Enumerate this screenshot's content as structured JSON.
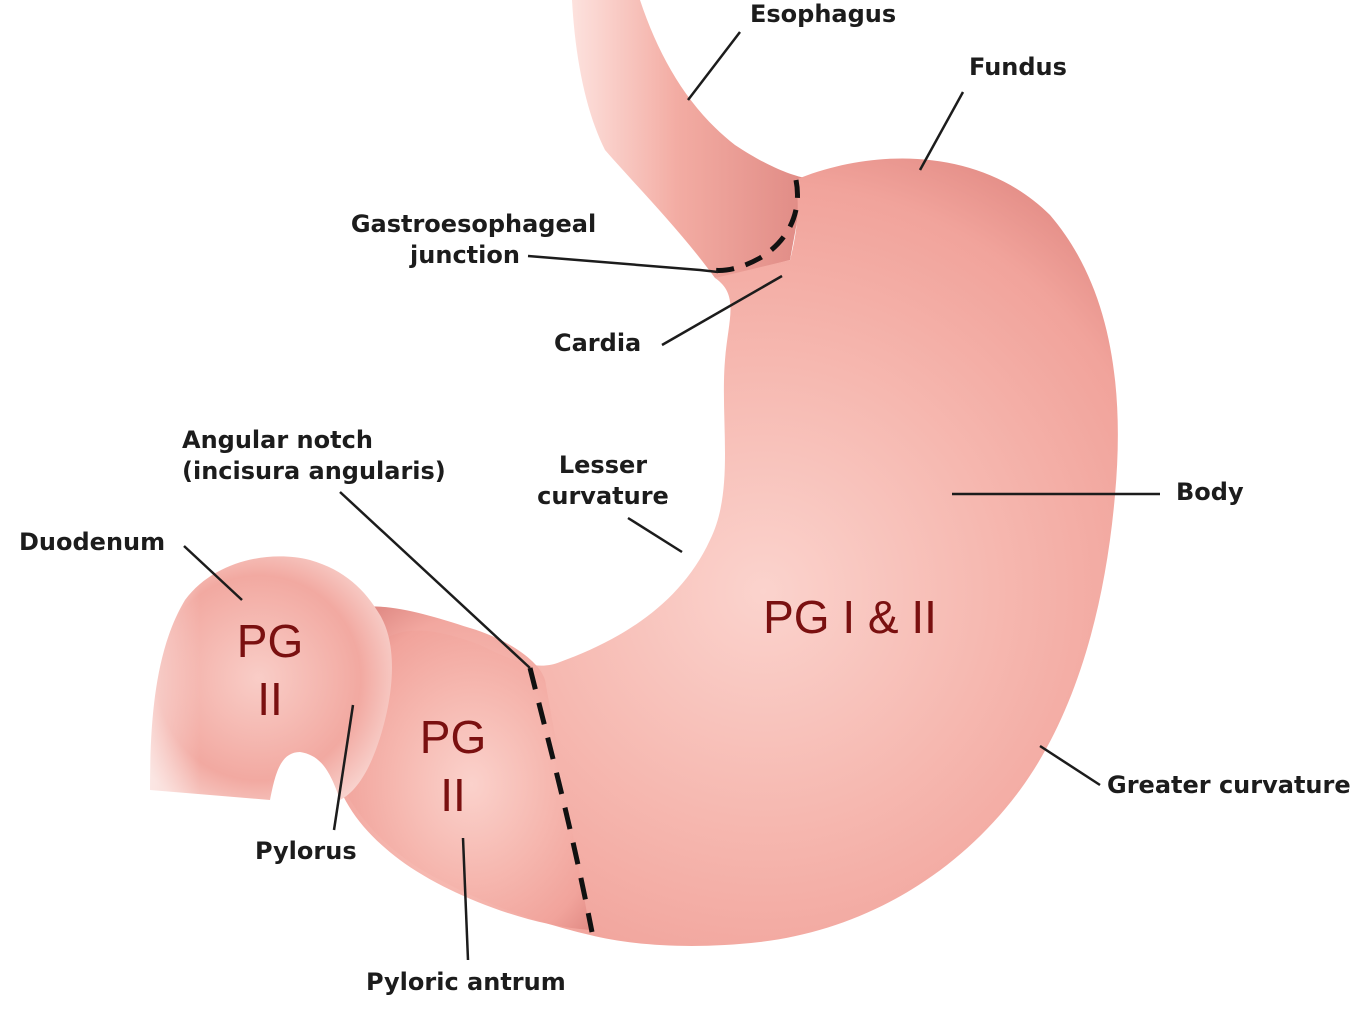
{
  "labels": {
    "esophagus": "Esophagus",
    "fundus": "Fundus",
    "ge_junction_line1": "Gastroesophageal",
    "ge_junction_line2": "junction",
    "cardia": "Cardia",
    "angular_notch_line1": "Angular notch",
    "angular_notch_line2": "(incisura angularis)",
    "lesser_curvature_line1": "Lesser",
    "lesser_curvature_line2": "curvature",
    "body": "Body",
    "duodenum": "Duodenum",
    "greater_curvature": "Greater curvature",
    "pylorus": "Pylorus",
    "pyloric_antrum": "Pyloric antrum"
  },
  "regions": {
    "duodenum_line1": "PG",
    "duodenum_line2": "II",
    "antrum_line1": "PG",
    "antrum_line2": "II",
    "body": "PG I & II"
  },
  "colors": {
    "tissue": "#f1a39b",
    "tissue_highlight": "#fbd3cd",
    "tissue_shadow": "#d97c76",
    "region_text": "#7a1010",
    "leader_lines": "#1c1c1c"
  }
}
